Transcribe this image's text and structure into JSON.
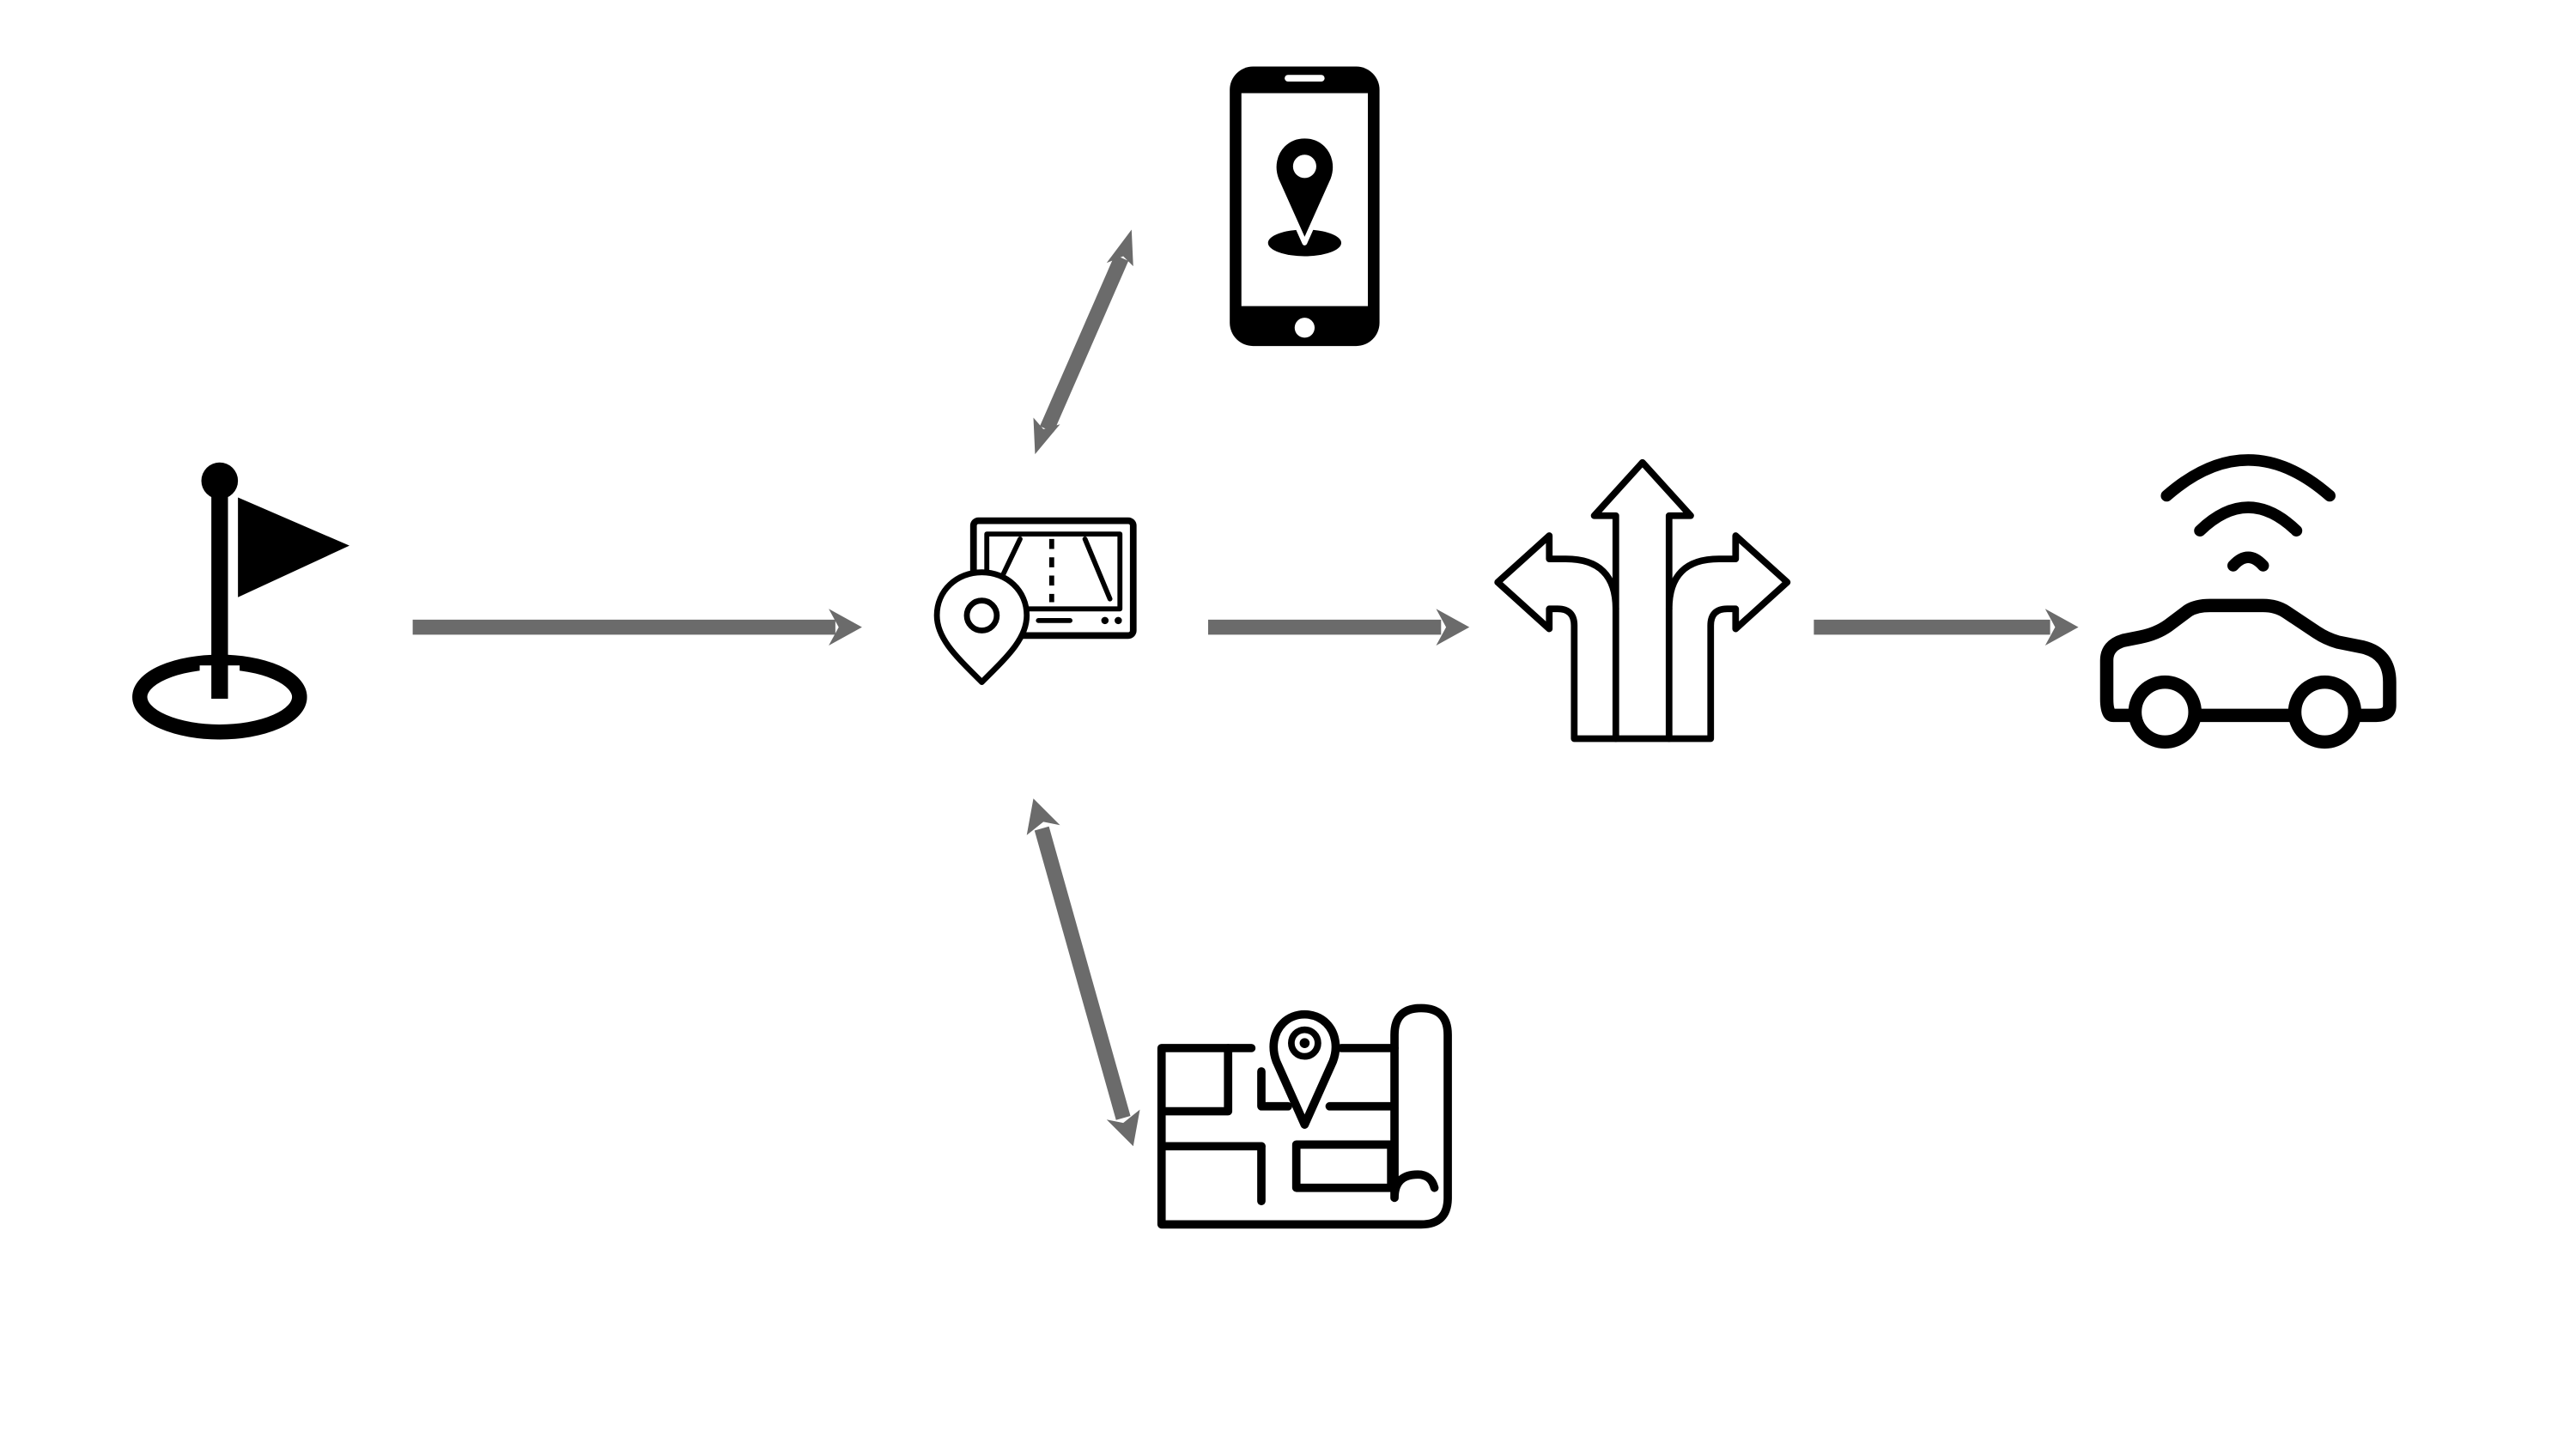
{
  "diagram": {
    "nodes": [
      {
        "id": "start",
        "icon": "flag-icon"
      },
      {
        "id": "navigation-device",
        "icon": "navigation-device-icon"
      },
      {
        "id": "smartphone",
        "icon": "smartphone-location-icon"
      },
      {
        "id": "map",
        "icon": "map-icon"
      },
      {
        "id": "route-options",
        "icon": "route-options-arrows-icon"
      },
      {
        "id": "connected-car",
        "icon": "connected-car-icon"
      }
    ],
    "edges": [
      {
        "from": "start",
        "to": "navigation-device",
        "direction": "forward"
      },
      {
        "from": "navigation-device",
        "to": "route-options",
        "direction": "forward"
      },
      {
        "from": "route-options",
        "to": "connected-car",
        "direction": "forward"
      },
      {
        "from": "navigation-device",
        "to": "smartphone",
        "direction": "bidirectional"
      },
      {
        "from": "navigation-device",
        "to": "map",
        "direction": "bidirectional"
      }
    ],
    "colors": {
      "icon": "#000000",
      "connector": "#6b6b6b",
      "background": "#ffffff"
    }
  }
}
